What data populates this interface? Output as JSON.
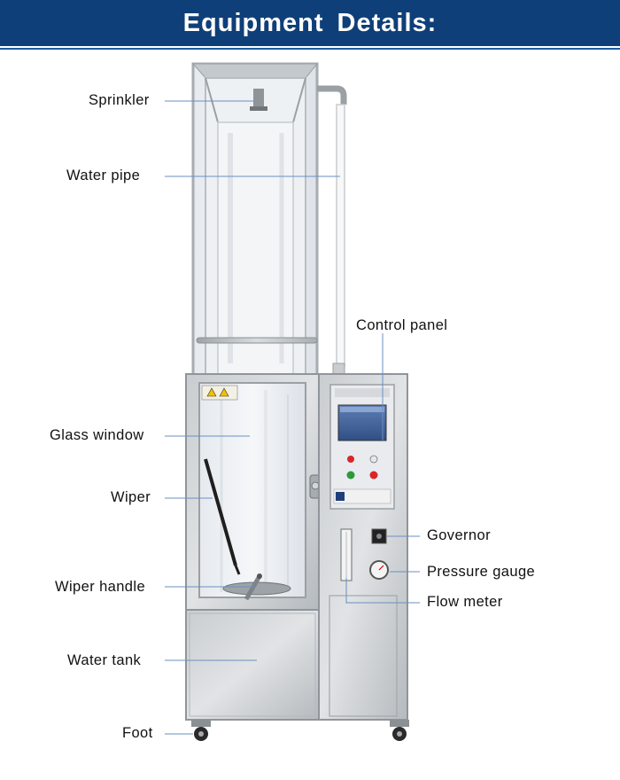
{
  "header": {
    "title": "Equipment  Details:",
    "background": "#0f3f78"
  },
  "labels": {
    "sprinkler": "Sprinkler",
    "water_pipe": "Water pipe",
    "control_panel": "Control panel",
    "glass_window": "Glass window",
    "wiper": "Wiper",
    "governor": "Governor",
    "pressure_gauge": "Pressure gauge",
    "wiper_handle": "Wiper handle",
    "flow_meter": "Flow meter",
    "water_tank": "Water tank",
    "foot": "Foot"
  },
  "colors": {
    "leader_line": "#6a8fc2",
    "steel": "#bcc1c4",
    "button_red": "#d8262a",
    "button_green": "#2b9a3a"
  }
}
